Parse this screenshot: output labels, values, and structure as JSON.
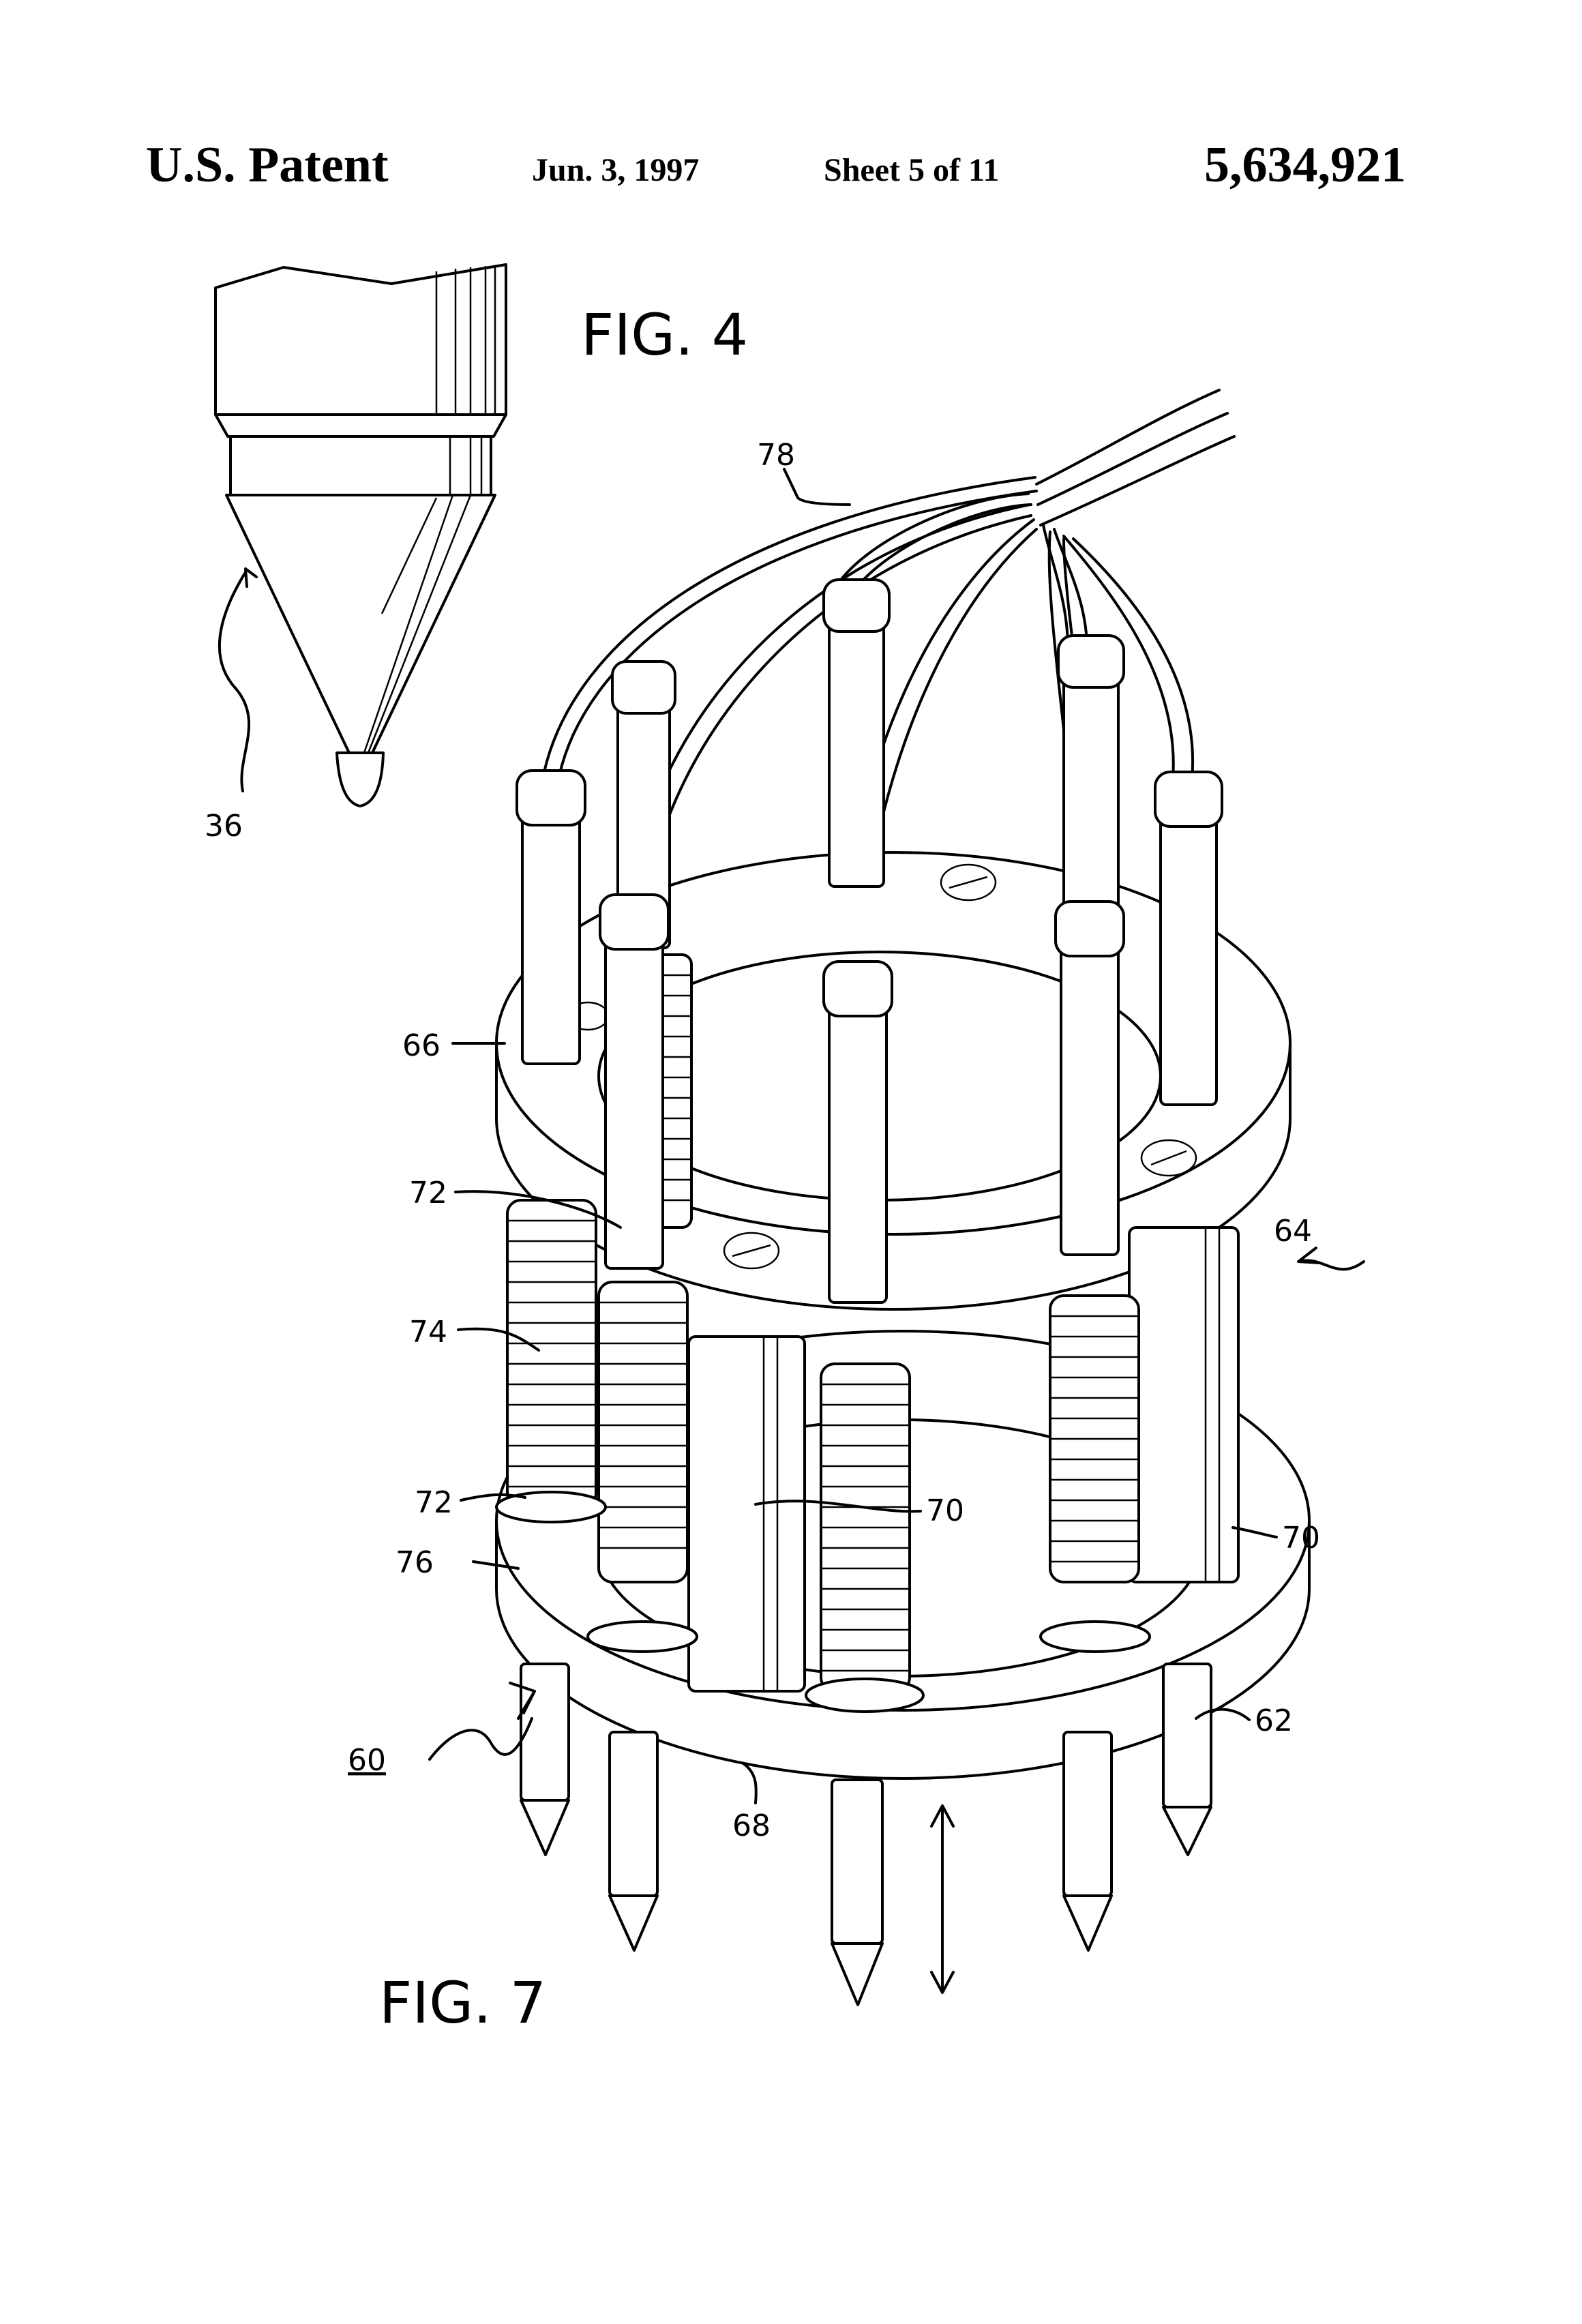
{
  "header": {
    "title": "U.S. Patent",
    "date": "Jun. 3, 1997",
    "sheet": "Sheet 5 of 11",
    "patent_number": "5,634,921"
  },
  "figures": {
    "fig4_label": "FIG. 4",
    "fig7_label": "FIG. 7"
  },
  "reference_numerals": {
    "n36": "36",
    "n78": "78",
    "n66": "66",
    "n72_upper": "72",
    "n64": "64",
    "n74": "74",
    "n72_lower": "72",
    "n76": "76",
    "n70_center": "70",
    "n70_right": "70",
    "n60": "60",
    "n68": "68",
    "n62": "62"
  }
}
